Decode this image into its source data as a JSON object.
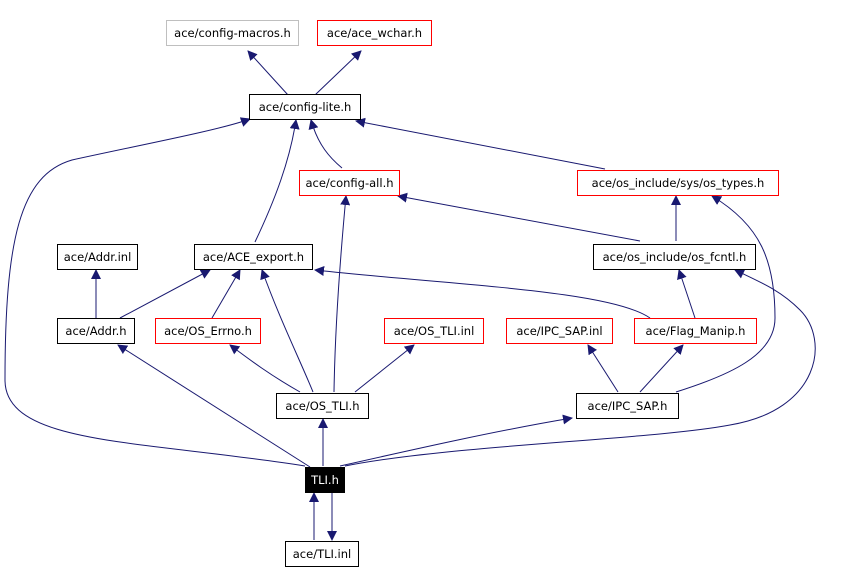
{
  "colors": {
    "edge": "#191970",
    "arrowhead": "#191970",
    "documented_border": "#000000",
    "undocumented_border": "#ff0000",
    "external_border": "#bfbfbf",
    "current_fill": "#000000",
    "current_text": "#ffffff"
  },
  "nodes": {
    "config_macros": "ace/config-macros.h",
    "ace_wchar": "ace/ace_wchar.h",
    "config_lite": "ace/config-lite.h",
    "config_all": "ace/config-all.h",
    "os_types": "ace/os_include/sys/os_types.h",
    "addr_inl": "ace/Addr.inl",
    "ace_export": "ace/ACE_export.h",
    "os_fcntl": "ace/os_include/os_fcntl.h",
    "addr_h": "ace/Addr.h",
    "os_errno": "ace/OS_Errno.h",
    "os_tli_inl": "ace/OS_TLI.inl",
    "ipc_sap_inl": "ace/IPC_SAP.inl",
    "flag_manip": "ace/Flag_Manip.h",
    "os_tli_h": "ace/OS_TLI.h",
    "ipc_sap_h": "ace/IPC_SAP.h",
    "tli_h": "TLI.h",
    "tli_inl": "ace/TLI.inl"
  }
}
